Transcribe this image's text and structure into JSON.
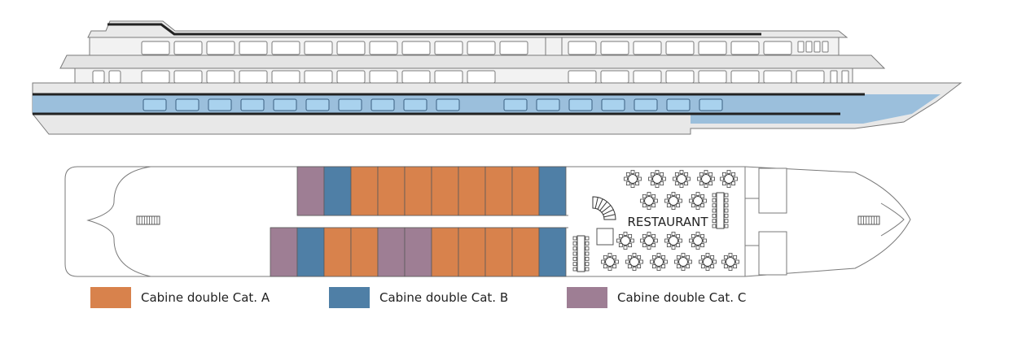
{
  "colors": {
    "cat_a": "#D8824C",
    "cat_b": "#4F7FA6",
    "cat_c": "#9E7E94",
    "hull_blue": "#9BBFDC",
    "window_blue": "#A9D2EE",
    "hull_grey": "#E6E6E6",
    "deck_grey": "#D2D2D2",
    "outline": "#7A7A7A"
  },
  "deck_plan": {
    "restaurant_label": "RESTAURANT",
    "upper_row_cabins": [
      "C",
      "B",
      "A",
      "A",
      "A",
      "A",
      "A",
      "A",
      "A",
      "B"
    ],
    "lower_row_cabins": [
      "C",
      "B",
      "A",
      "A",
      "C",
      "C",
      "A",
      "A",
      "A",
      "A",
      "B"
    ]
  },
  "legend": [
    {
      "category": "A",
      "label": "Cabine double Cat. A",
      "color": "#D8824C"
    },
    {
      "category": "B",
      "label": "Cabine double Cat. B",
      "color": "#4F7FA6"
    },
    {
      "category": "C",
      "label": "Cabine double Cat. C",
      "color": "#9E7E94"
    }
  ]
}
